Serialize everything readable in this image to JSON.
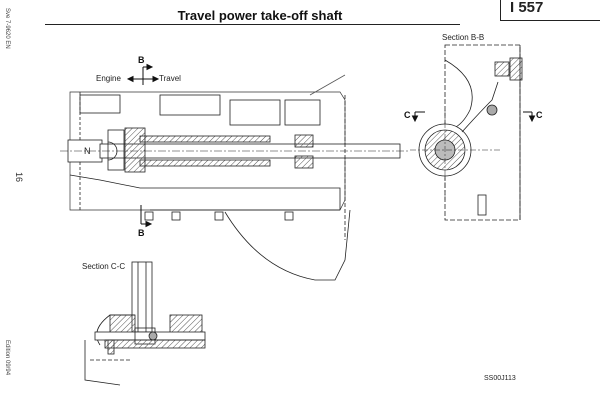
{
  "header": {
    "title": "Travel power take-off shaft",
    "page_code": "I 557"
  },
  "margin": {
    "document_id": "Sve 7-9620 EN",
    "page_number": "16",
    "edition": "Edition 09/94"
  },
  "main_view": {
    "direction_engine": "Engine",
    "direction_travel": "Travel",
    "section_marker_top": "B",
    "section_marker_bottom": "B",
    "shaft_label": "N"
  },
  "section_bb": {
    "title": "Section B-B",
    "marker_left": "C",
    "marker_right": "C"
  },
  "section_cc": {
    "title": "Section C-C"
  },
  "footer": {
    "drawing_ref": "SS00J113"
  }
}
